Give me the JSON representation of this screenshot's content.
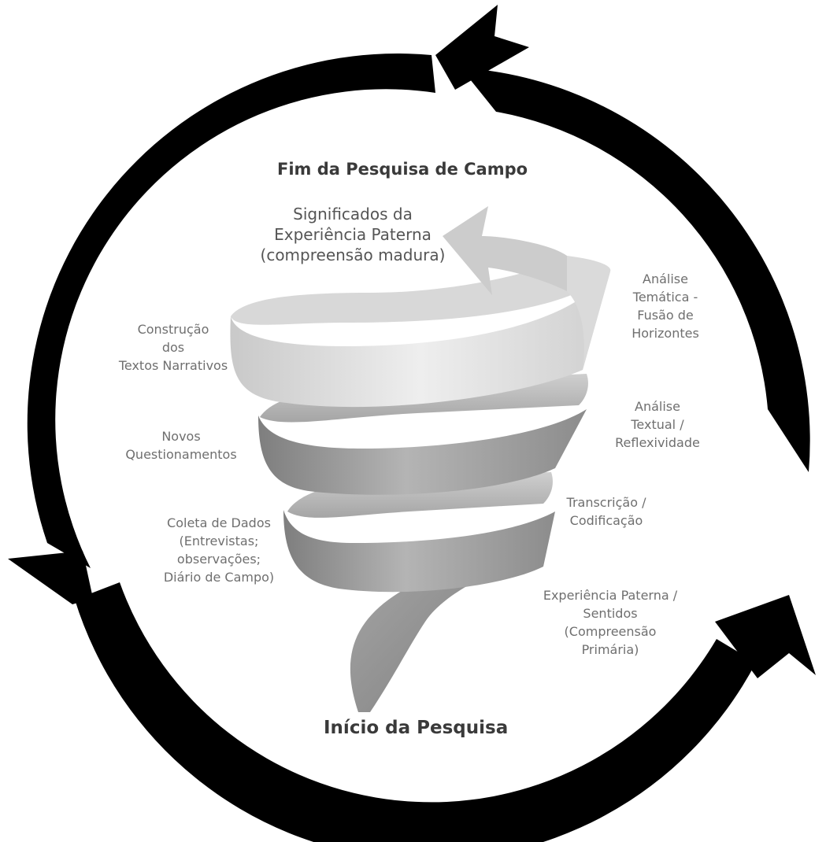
{
  "top_title": "Fim da Pesquisa de Campo",
  "bottom_title": "Início da Pesquisa",
  "result_label": "Significados da\nExperiência Paterna\n(compreensão madura)",
  "left_labels": {
    "construcao": "Construção\ndos\nTextos Narrativos",
    "novos": "Novos\nQuestionamentos",
    "coleta": "Coleta de Dados\n(Entrevistas;\nobservações;\nDiário de Campo)"
  },
  "right_labels": {
    "tematica": "Análise\nTemática -\nFusão de\nHorizontes",
    "textual": "Análise\nTextual /\nReflexividade",
    "transcricao": "Transcrição /\nCodificação",
    "experiencia": "Experiência Paterna /\nSentidos\n(Compreensão\nPrimária)"
  },
  "colors": {
    "cycle_arrows": "#000000",
    "spiral_light": "#e6e6e6",
    "spiral_mid": "#a9a9a9",
    "spiral_dark": "#8a8a8a",
    "label_text": "#6f6f6f",
    "title_text": "#3a3a3a"
  }
}
